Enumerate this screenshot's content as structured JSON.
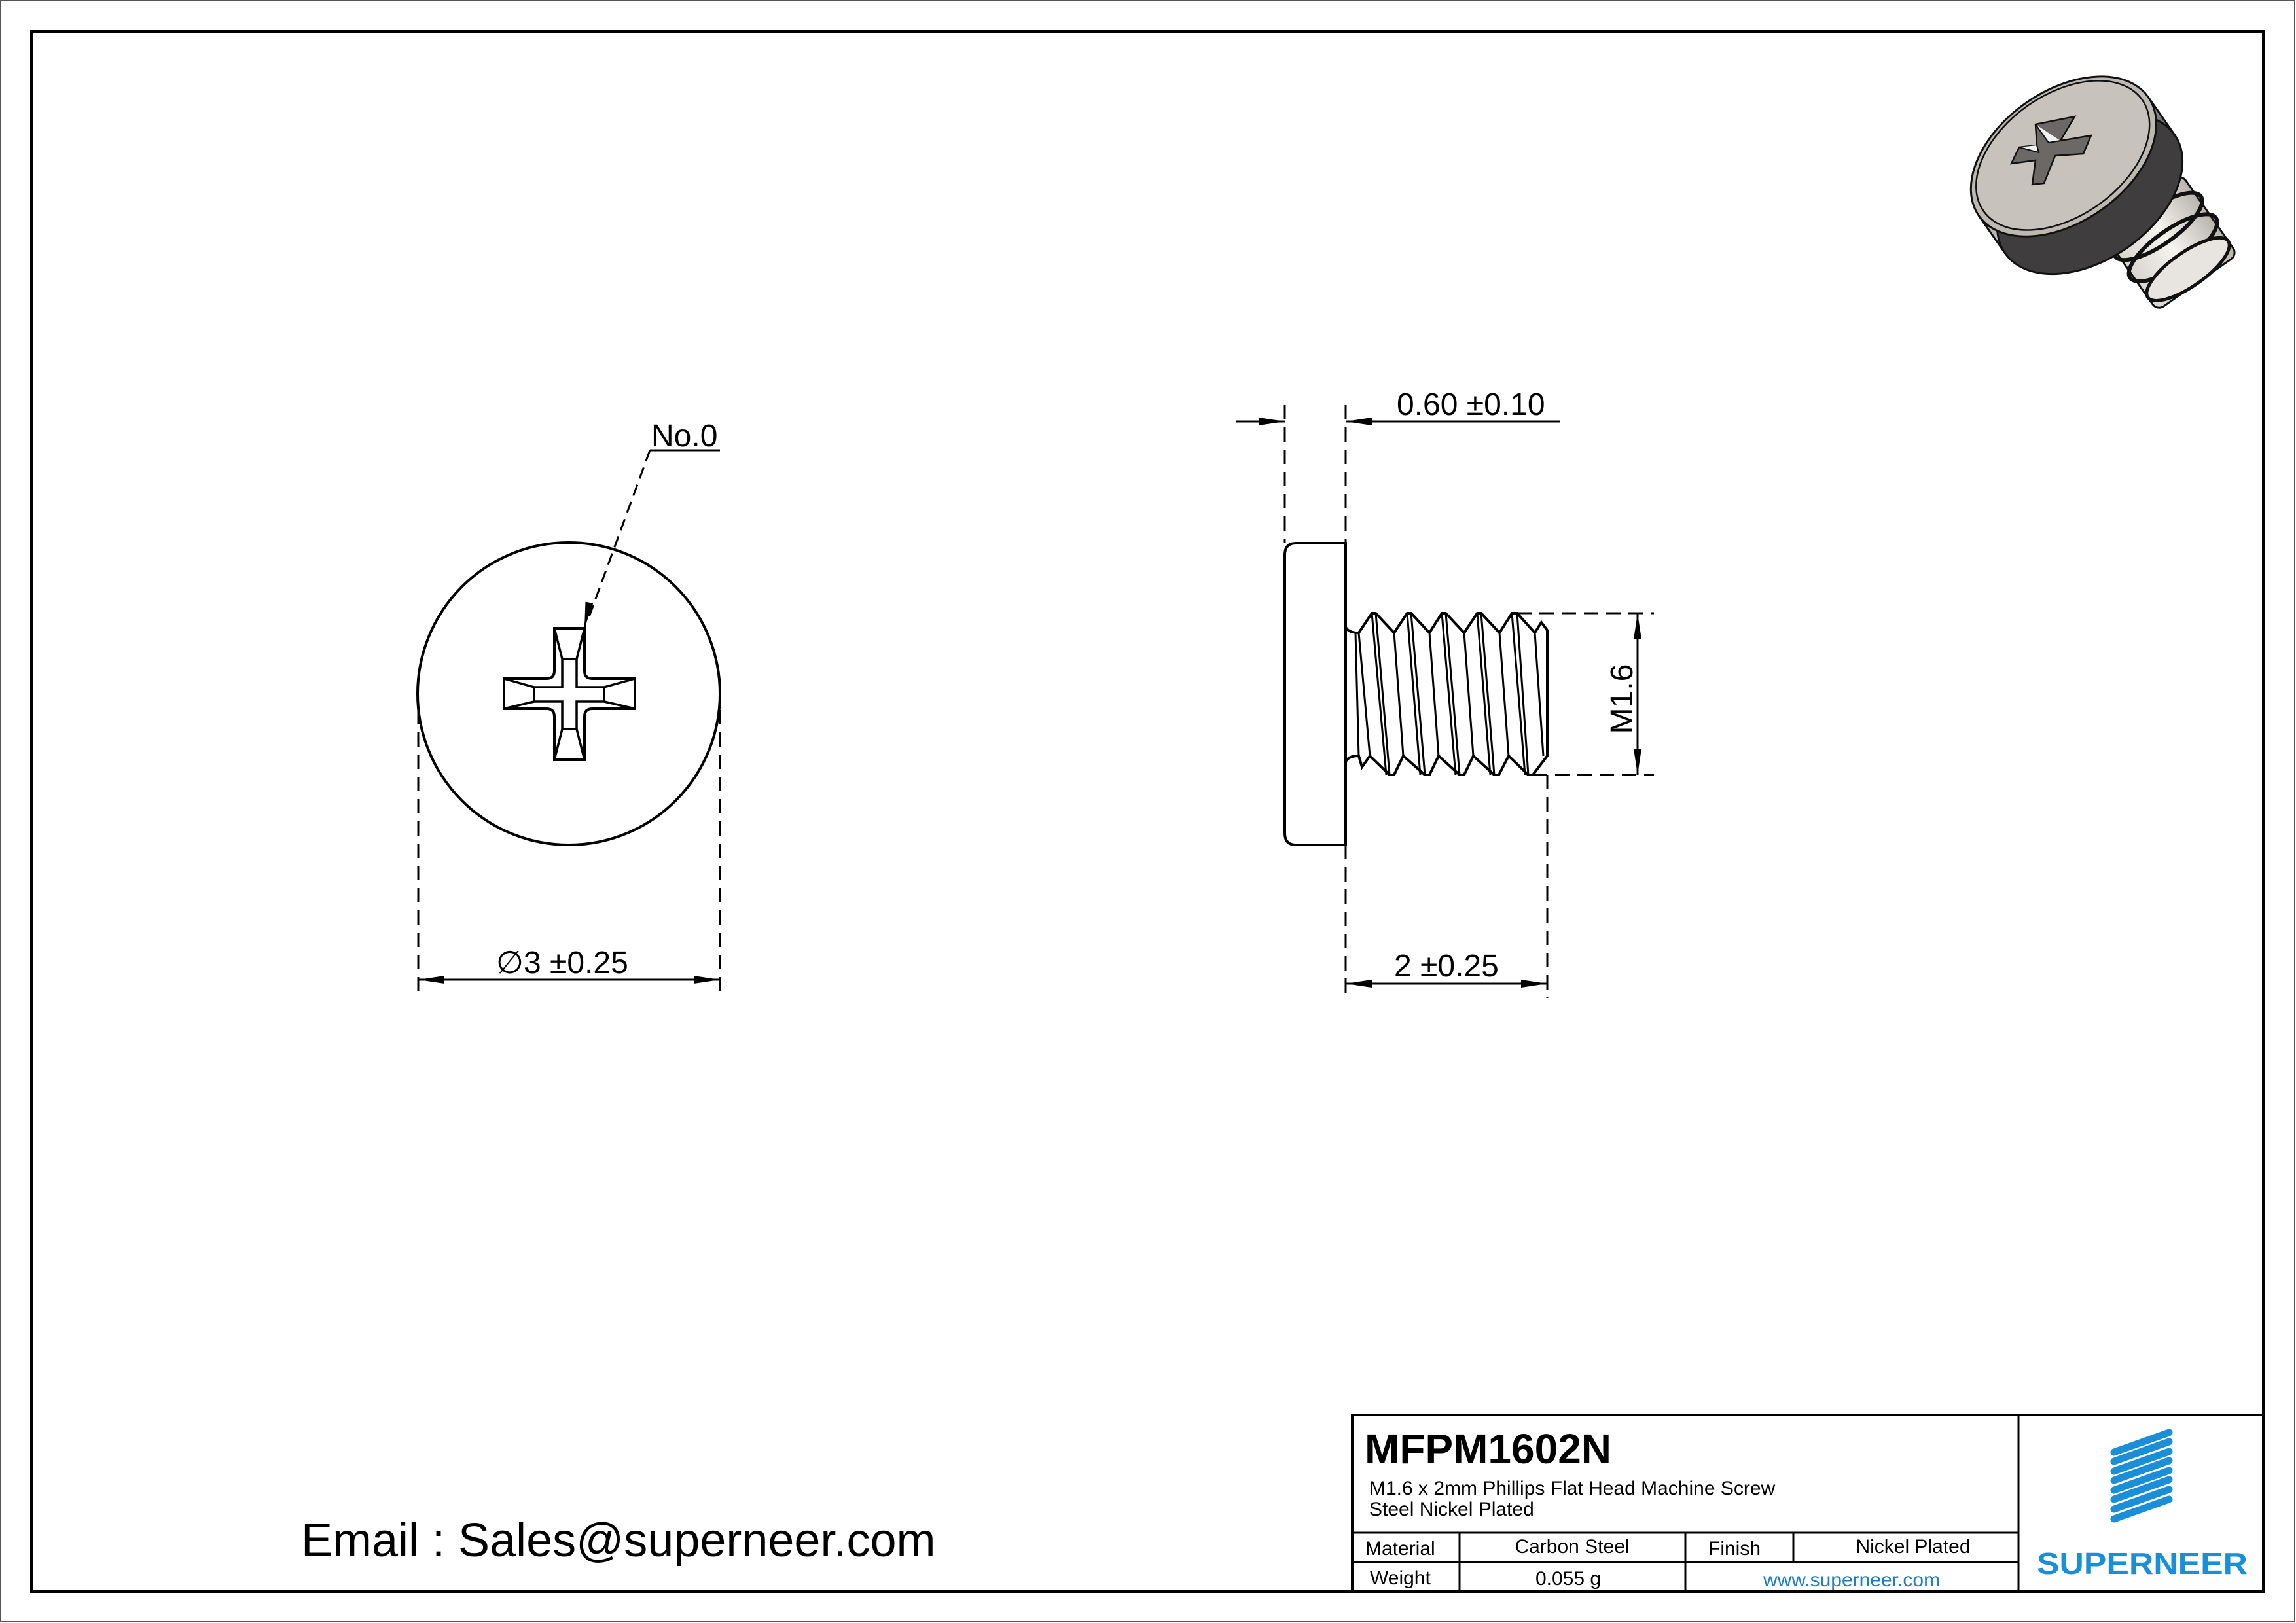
{
  "drawing": {
    "part_number": "MFPM1602N",
    "description_line1": "M1.6 x 2mm Phillips Flat Head Machine Screw",
    "description_line2": "Steel Nickel Plated",
    "email": "Email : Sales@superneer.com"
  },
  "front_view": {
    "callout": "No.0",
    "diameter_symbol": "∅",
    "diameter_dim": "3 ±0.25"
  },
  "side_view": {
    "head_height_dim": "0.60 ±0.10",
    "thread_dim": "M1.6",
    "length_dim": "2 ±0.25"
  },
  "title_block": {
    "material_label": "Material",
    "material_value": "Carbon Steel",
    "finish_label": "Finish",
    "finish_value": "Nickel Plated",
    "weight_label": "Weight",
    "weight_value": "0.055 g",
    "website": "www.superneer.com",
    "brand": "SUPERNEER"
  },
  "colors": {
    "line": "#000000",
    "brand_blue": "#1a8fd8",
    "link_blue": "#1a7fc8"
  },
  "icons": {
    "logo": "superneer-stripes-logo",
    "render": "screw-3d-render"
  }
}
